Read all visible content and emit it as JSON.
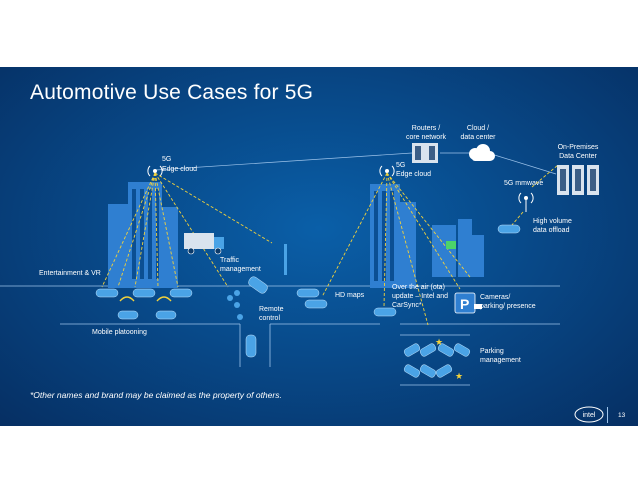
{
  "title": "Automotive Use Cases for 5G",
  "labels": {
    "edge_left_1": "5G",
    "edge_left_2": "Edge cloud",
    "edge_right_1": "5G",
    "edge_right_2": "Edge cloud",
    "routers_1": "Routers /",
    "routers_2": "core network",
    "cloud_1": "Cloud /",
    "cloud_2": "data center",
    "onprem_1": "On-Premises",
    "onprem_2": "Data Center",
    "mmwave": "5G mmwave",
    "offload_1": "High volume",
    "offload_2": "data offload",
    "traffic_1": "Traffic",
    "traffic_2": "management",
    "entertainment": "Entertainment & VR",
    "hdmaps": "HD maps",
    "ota_1": "Over the air (ota)",
    "ota_2": "update – Intel and",
    "ota_3": "CarSync*",
    "cameras_1": "Cameras/",
    "cameras_2": "parking/ presence",
    "remote_1": "Remote",
    "remote_2": "control",
    "platooning": "Mobile platooning",
    "parking_1": "Parking",
    "parking_2": "management"
  },
  "footnote": "*Other names and brand may be claimed as the property of others.",
  "page_number": "13",
  "logo_text": "intel",
  "colors": {
    "background": "#084a8a",
    "car": "#4aa3e6",
    "dashed_line": "#f2d23c",
    "server": "#d9e3ee",
    "building": "#2f7fd1",
    "star": "#f2d23c"
  }
}
